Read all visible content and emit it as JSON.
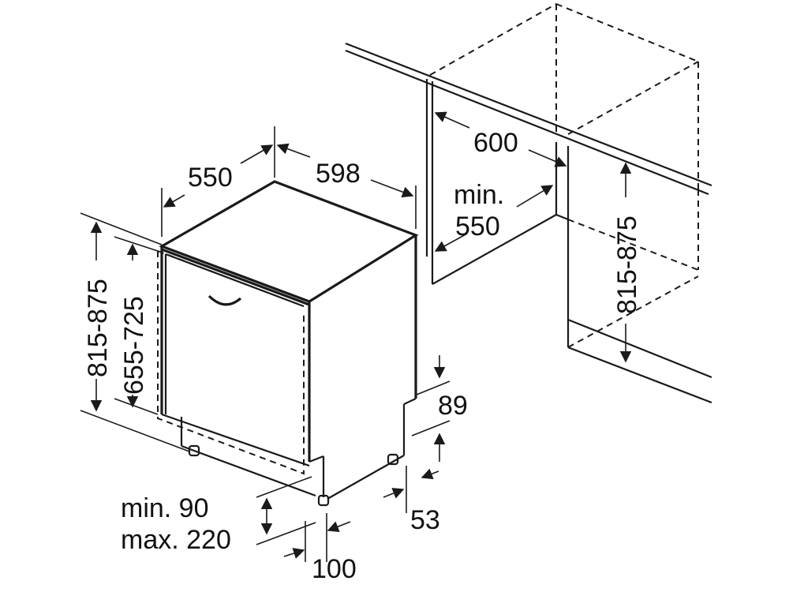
{
  "dimensions": {
    "depth": "550",
    "width": "598",
    "niche_width": "600",
    "niche_depth_min_label": "min.",
    "niche_depth_min_value": "550",
    "niche_height": "815-875",
    "total_height": "815-875",
    "appliance_height": "655-725",
    "plinth_top": "89",
    "plinth_side": "53",
    "plinth_height_min": "min. 90",
    "plinth_height_max": "max. 220",
    "plinth_depth": "100"
  },
  "colors": {
    "line": "#1a1a1a",
    "background": "#ffffff"
  }
}
